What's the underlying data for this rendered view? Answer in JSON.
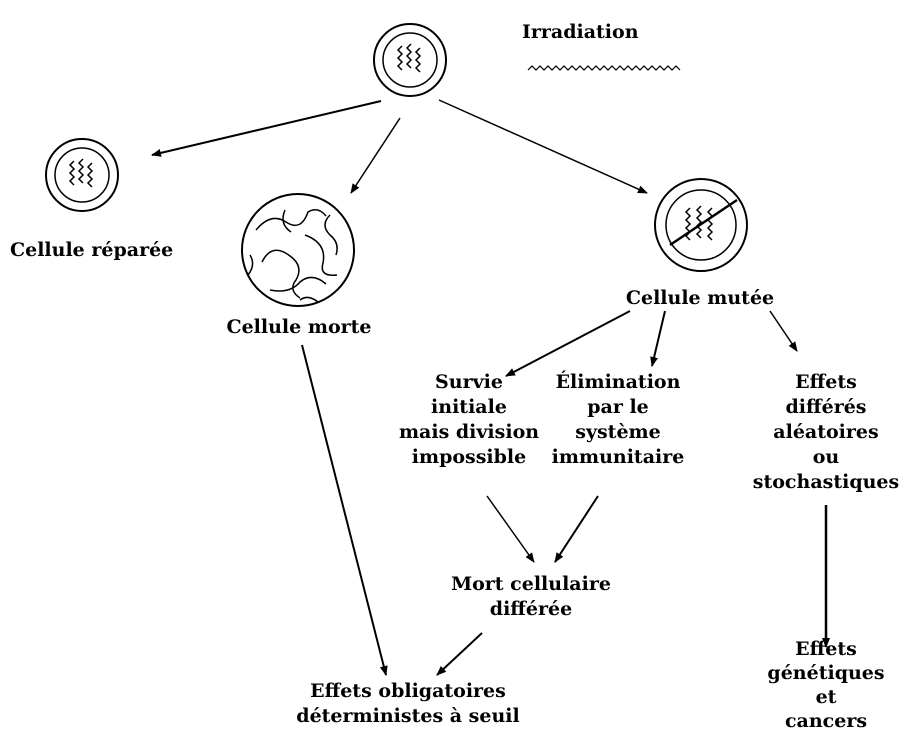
{
  "title": "Irradiation",
  "nodes": {
    "cellule_reparee": "Cellule réparée",
    "cellule_morte": "Cellule morte",
    "cellule_mutee": "Cellule mutée",
    "survie": [
      "Survie",
      "initiale",
      "mais division",
      "impossible"
    ],
    "elimination": [
      "Élimination",
      "par le",
      "système",
      "immunitaire"
    ],
    "effets_differes": [
      "Effets",
      "différés",
      "aléatoires",
      "ou",
      "stochastiques"
    ],
    "mort_cellulaire": [
      "Mort cellulaire",
      "différée"
    ],
    "effets_obligatoires": [
      "Effets obligatoires",
      "déterministes à seuil"
    ],
    "effets_genetiques": [
      "Effets",
      "génétiques",
      "et",
      "cancers"
    ]
  },
  "colors": {
    "ink": "#000000",
    "background": "#ffffff"
  }
}
